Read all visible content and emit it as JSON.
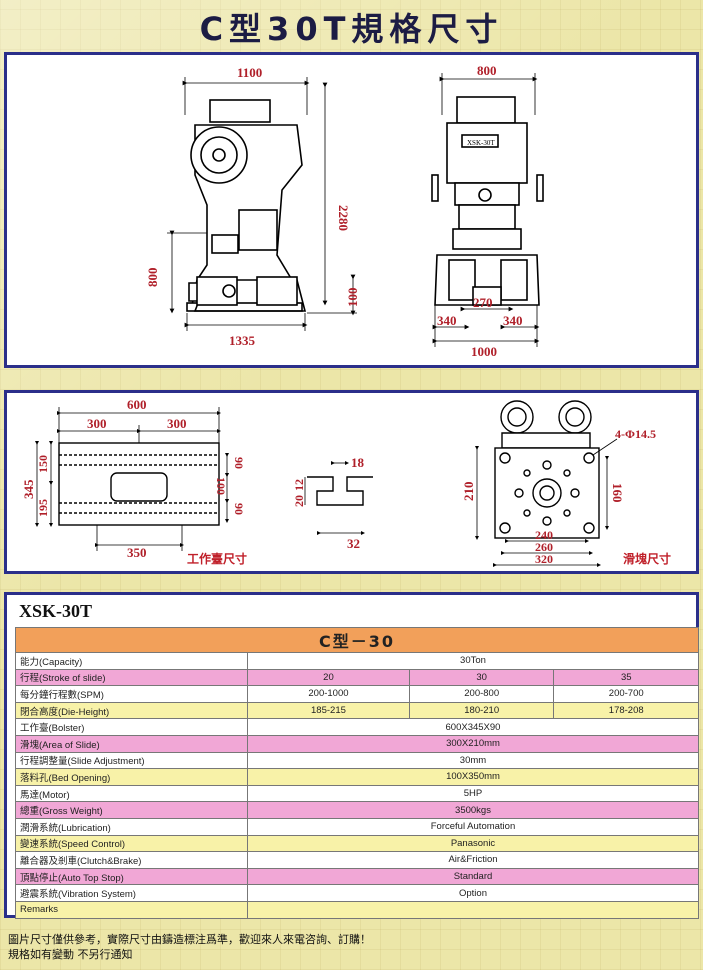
{
  "title": "C型30T規格尺寸",
  "machine_label": "XSK-30T",
  "front_view": {
    "width_top": "1100",
    "height_total": "2280",
    "height_bed": "800",
    "height_base": "100",
    "width_base": "1335"
  },
  "side_view": {
    "width_top": "800",
    "inner_base": "270",
    "left_foot": "340",
    "right_foot": "340",
    "width_base": "1000"
  },
  "bolster": {
    "caption": "工作臺尺寸",
    "width": "600",
    "half_left": "300",
    "half_right": "300",
    "depth": "345",
    "top_part": "150",
    "bottom_part": "195",
    "slot_a": "90",
    "slot_b": "100",
    "slot_c": "90",
    "hole_width": "350"
  },
  "t_slot": {
    "top": "18",
    "height_a": "12",
    "height_b": "20",
    "bottom": "32"
  },
  "slide": {
    "caption": "滑塊尺寸",
    "holes": "4-Φ14.5",
    "height": "210",
    "inner_height": "160",
    "w1": "240",
    "w2": "260",
    "w3": "320"
  },
  "spec_table": {
    "header": "C型－30",
    "rows": [
      {
        "label": "能力(Capacity)",
        "values": [
          "30Ton"
        ],
        "color": "w"
      },
      {
        "label": "行程(Stroke of slide)",
        "values": [
          "20",
          "30",
          "35"
        ],
        "color": "p"
      },
      {
        "label": "每分鐘行程數(SPM)",
        "values": [
          "200-1000",
          "200-800",
          "200-700"
        ],
        "color": "w"
      },
      {
        "label": "閉合高度(Die-Height)",
        "values": [
          "185-215",
          "180-210",
          "178-208"
        ],
        "color": "y"
      },
      {
        "label": "工作臺(Bolster)",
        "values": [
          "600X345X90"
        ],
        "color": "w"
      },
      {
        "label": "滑塊(Area of Slide)",
        "values": [
          "300X210mm"
        ],
        "color": "p"
      },
      {
        "label": "行程調整量(Slide Adjustment)",
        "values": [
          "30mm"
        ],
        "color": "w"
      },
      {
        "label": "落料孔(Bed Opening)",
        "values": [
          "100X350mm"
        ],
        "color": "y"
      },
      {
        "label": "馬達(Motor)",
        "values": [
          "5HP"
        ],
        "color": "w"
      },
      {
        "label": "總重(Gross Weight)",
        "values": [
          "3500kgs"
        ],
        "color": "p"
      },
      {
        "label": "潤滑系統(Lubrication)",
        "values": [
          "Forceful Automation"
        ],
        "color": "w"
      },
      {
        "label": "變速系統(Speed Control)",
        "values": [
          "Panasonic"
        ],
        "color": "y"
      },
      {
        "label": "離合器及剎車(Clutch&Brake)",
        "values": [
          "Air&Friction"
        ],
        "color": "w"
      },
      {
        "label": "頂點停止(Auto Top Stop)",
        "values": [
          "Standard"
        ],
        "color": "p"
      },
      {
        "label": "避震系統(Vibration System)",
        "values": [
          "Option"
        ],
        "color": "w"
      },
      {
        "label": "Remarks",
        "values": [
          ""
        ],
        "color": "y"
      }
    ]
  },
  "footer": {
    "line1": "圖片尺寸僅供參考，實際尺寸由鑄造標注爲準，歡迎來人來電咨詢、訂購！",
    "line2": "規格如有變動  不另行通知"
  }
}
